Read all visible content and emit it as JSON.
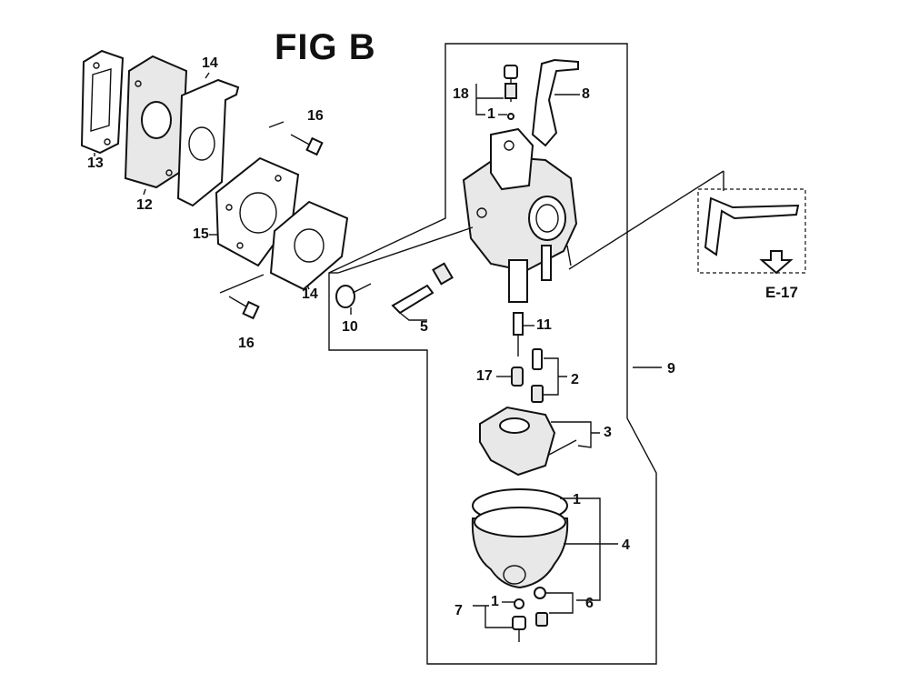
{
  "title": "FIG B",
  "reference": "E-17",
  "labels": {
    "l13": "13",
    "l12": "12",
    "l14a": "14",
    "l16a": "16",
    "l15": "15",
    "l14b": "14",
    "l16b": "16",
    "l10": "10",
    "l5": "5",
    "l18": "18",
    "l1a": "1",
    "l8": "8",
    "l11": "11",
    "l17": "17",
    "l2": "2",
    "l9": "9",
    "l3": "3",
    "l1b": "1",
    "l4": "4",
    "l6": "6",
    "l7": "7",
    "l1c": "1"
  }
}
